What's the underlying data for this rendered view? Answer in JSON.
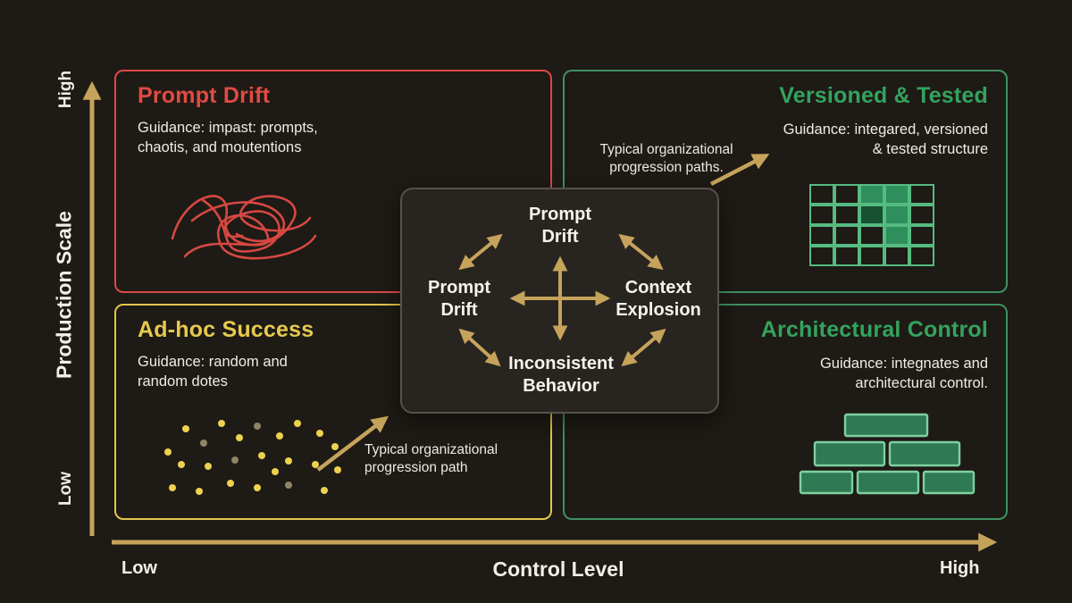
{
  "axes": {
    "y_label": "Production Scale",
    "y_high": "High",
    "y_low": "Low",
    "x_label": "Control Level",
    "x_low": "Low",
    "x_high": "High"
  },
  "quadrants": {
    "top_left": {
      "title": "Prompt Drift",
      "body": "Guidance: impast: prompts,\nchaotis, and moutentions"
    },
    "top_right": {
      "title": "Versioned & Tested",
      "body": "Guidance: integared, versioned\n& tested structure"
    },
    "bottom_left": {
      "title": "Ad-hoc Success",
      "body": "Guidance: random and\nrandom dotes"
    },
    "bottom_right": {
      "title": "Architectural Control",
      "body": "Guidance: integnates and\narchitectural control."
    }
  },
  "center": {
    "top": "Prompt\nDrift",
    "left": "Prompt\nDrift",
    "right": "Context\nExplosion",
    "bottom": "Inconsistent\nBehavior"
  },
  "annotations": {
    "top": "Typical organizational\nprogression paths.",
    "bottom": "Typical organizational\nprogression path"
  },
  "colors": {
    "background": "#1e1a15",
    "gold": "#c6a35b",
    "red": "#d94a45",
    "yellow": "#e3c64c",
    "green": "#33a35e",
    "text": "#f2efe8"
  }
}
